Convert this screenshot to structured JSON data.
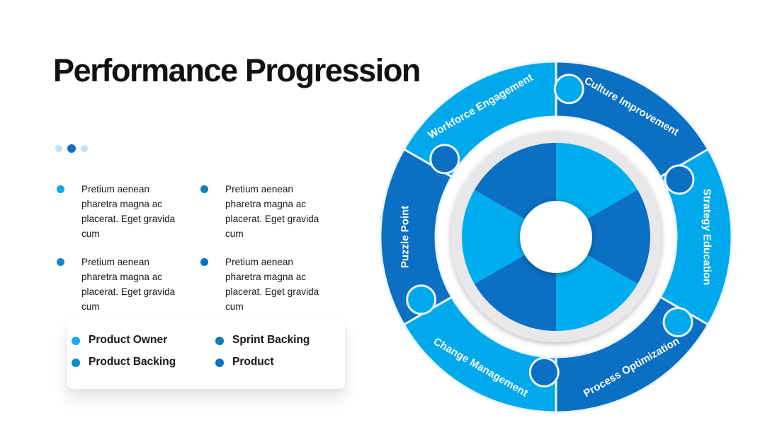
{
  "page": {
    "title": "Performance Progression"
  },
  "notes": [
    {
      "text": "Pretium aenean pharetra magna ac placerat. Eget gravida cum",
      "color": "#0ea5e9"
    },
    {
      "text": "Pretium aenean pharetra magna ac placerat. Eget gravida cum",
      "color": "#0e7fb0"
    },
    {
      "text": "Pretium aenean pharetra magna ac placerat. Eget gravida cum",
      "color": "#0e8bc4"
    },
    {
      "text": "Pretium aenean pharetra magna ac placerat. Eget gravida cum",
      "color": "#0b6fc3"
    }
  ],
  "legend": [
    {
      "label": "Product Owner",
      "color": "#1aa9ea"
    },
    {
      "label": "Sprint Backing",
      "color": "#0e7fb0"
    },
    {
      "label": "Product Backing",
      "color": "#0e8bc4"
    },
    {
      "label": "Product",
      "color": "#0b6fc3"
    }
  ],
  "wheel": {
    "segments": [
      {
        "label": "Workforce Engagement",
        "color": "#00a8ec"
      },
      {
        "label": "Culture Improvement",
        "color": "#0b6fc3"
      },
      {
        "label": "Strategy Education",
        "color": "#00a8ec"
      },
      {
        "label": "Process Optimization",
        "color": "#0b6fc3"
      },
      {
        "label": "Change Management",
        "color": "#00a8ec"
      },
      {
        "label": "Puzzle Point",
        "color": "#0b6fc3"
      }
    ],
    "inner_colors": [
      "#00aeef",
      "#0b6fc3"
    ]
  }
}
